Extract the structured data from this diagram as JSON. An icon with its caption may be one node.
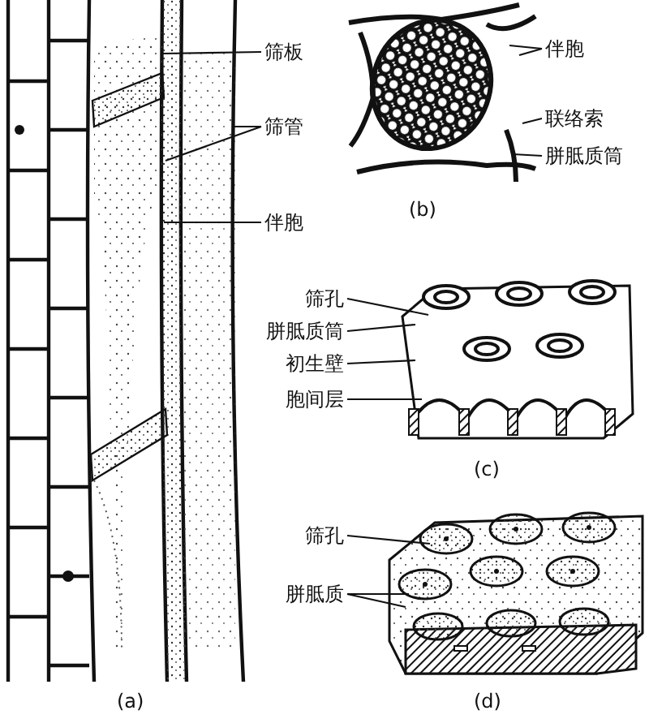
{
  "diagram": {
    "nodes": [
      {
        "text": [
          "筛板"
        ]
      },
      {
        "text": [
          "筛管"
        ]
      },
      {
        "text": [
          "伴胞"
        ]
      },
      {
        "text": [
          "伴胞"
        ]
      },
      {
        "text": [
          "联络索"
        ]
      },
      {
        "text": [
          "胼胝质筒"
        ]
      },
      {
        "text": [
          "筛孔"
        ]
      },
      {
        "text": [
          "胼胝质筒"
        ]
      },
      {
        "text": [
          "初生壁"
        ]
      },
      {
        "text": [
          "胞间层"
        ]
      },
      {
        "text": [
          "筛孔"
        ]
      },
      {
        "text": [
          "胼胝质"
        ]
      }
    ],
    "edges": [
      {
        "from": 0,
        "to": null,
        "arrow": "none"
      },
      {
        "from": 1,
        "to": null,
        "arrow": "none"
      },
      {
        "from": 1,
        "to": null,
        "arrow": "none"
      },
      {
        "from": 2,
        "to": null,
        "arrow": "none"
      },
      {
        "from": 3,
        "to": null,
        "arrow": "none"
      },
      {
        "from": 3,
        "to": null,
        "arrow": "none"
      },
      {
        "from": 4,
        "to": null,
        "arrow": "none"
      },
      {
        "from": 5,
        "to": null,
        "arrow": "none"
      },
      {
        "from": 6,
        "to": null,
        "arrow": "none"
      },
      {
        "from": 7,
        "to": null,
        "arrow": "none"
      },
      {
        "from": 8,
        "to": null,
        "arrow": "none"
      },
      {
        "from": 9,
        "to": null,
        "arrow": "none"
      },
      {
        "from": 10,
        "to": null,
        "arrow": "none"
      },
      {
        "from": 11,
        "to": null,
        "arrow": "none"
      },
      {
        "from": 11,
        "to": null,
        "arrow": "none"
      }
    ],
    "labels": [
      "(b)",
      "(c)",
      "(d)",
      "(a)"
    ]
  }
}
